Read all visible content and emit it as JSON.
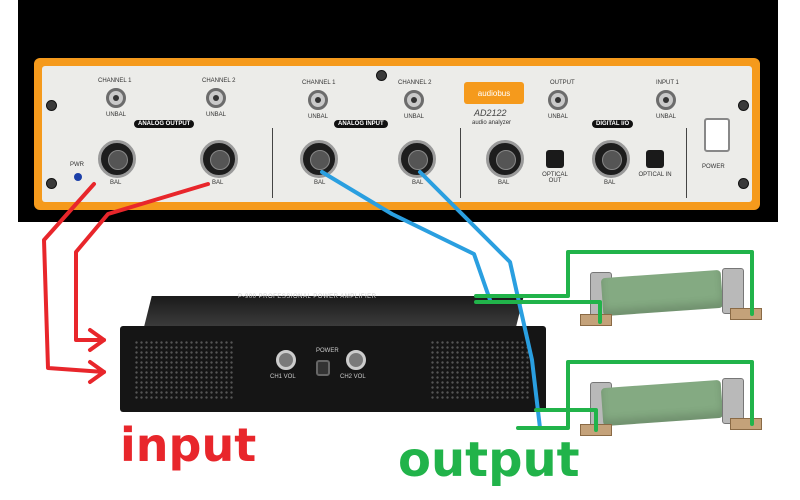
{
  "analyzer": {
    "brand": "audiobus",
    "model": "AD2122",
    "subtitle": "audio analyzer",
    "analog_output": {
      "label": "ANALOG OUTPUT",
      "ch1": "CHANNEL 1",
      "ch2": "CHANNEL 2",
      "unbal": "UNBAL",
      "bal": "BAL"
    },
    "analog_input": {
      "label": "ANALOG INPUT",
      "ch1": "CHANNEL 1",
      "ch2": "CHANNEL 2",
      "unbal": "UNBAL",
      "bal": "BAL"
    },
    "digital_io": {
      "label": "DIGITAL I/O",
      "output": "OUTPUT",
      "input1": "INPUT 1",
      "unbal": "UNBAL",
      "bal": "BAL",
      "optical_out": "OPTICAL OUT",
      "optical_in": "OPTICAL IN"
    },
    "pwr": "PWR",
    "power": "POWER"
  },
  "amplifier": {
    "title": "P-900 PROFESSIONAL POWER AMPLIFIER",
    "knob_left": "CH1 VOL",
    "knob_right": "CH2 VOL",
    "power": "POWER"
  },
  "captions": {
    "input": "input",
    "output": "output"
  },
  "colors": {
    "input_wire": "#e8262b",
    "output_wire": "#2a9fe0",
    "load_wire": "#21b34a",
    "panel": "#f59a1c"
  }
}
